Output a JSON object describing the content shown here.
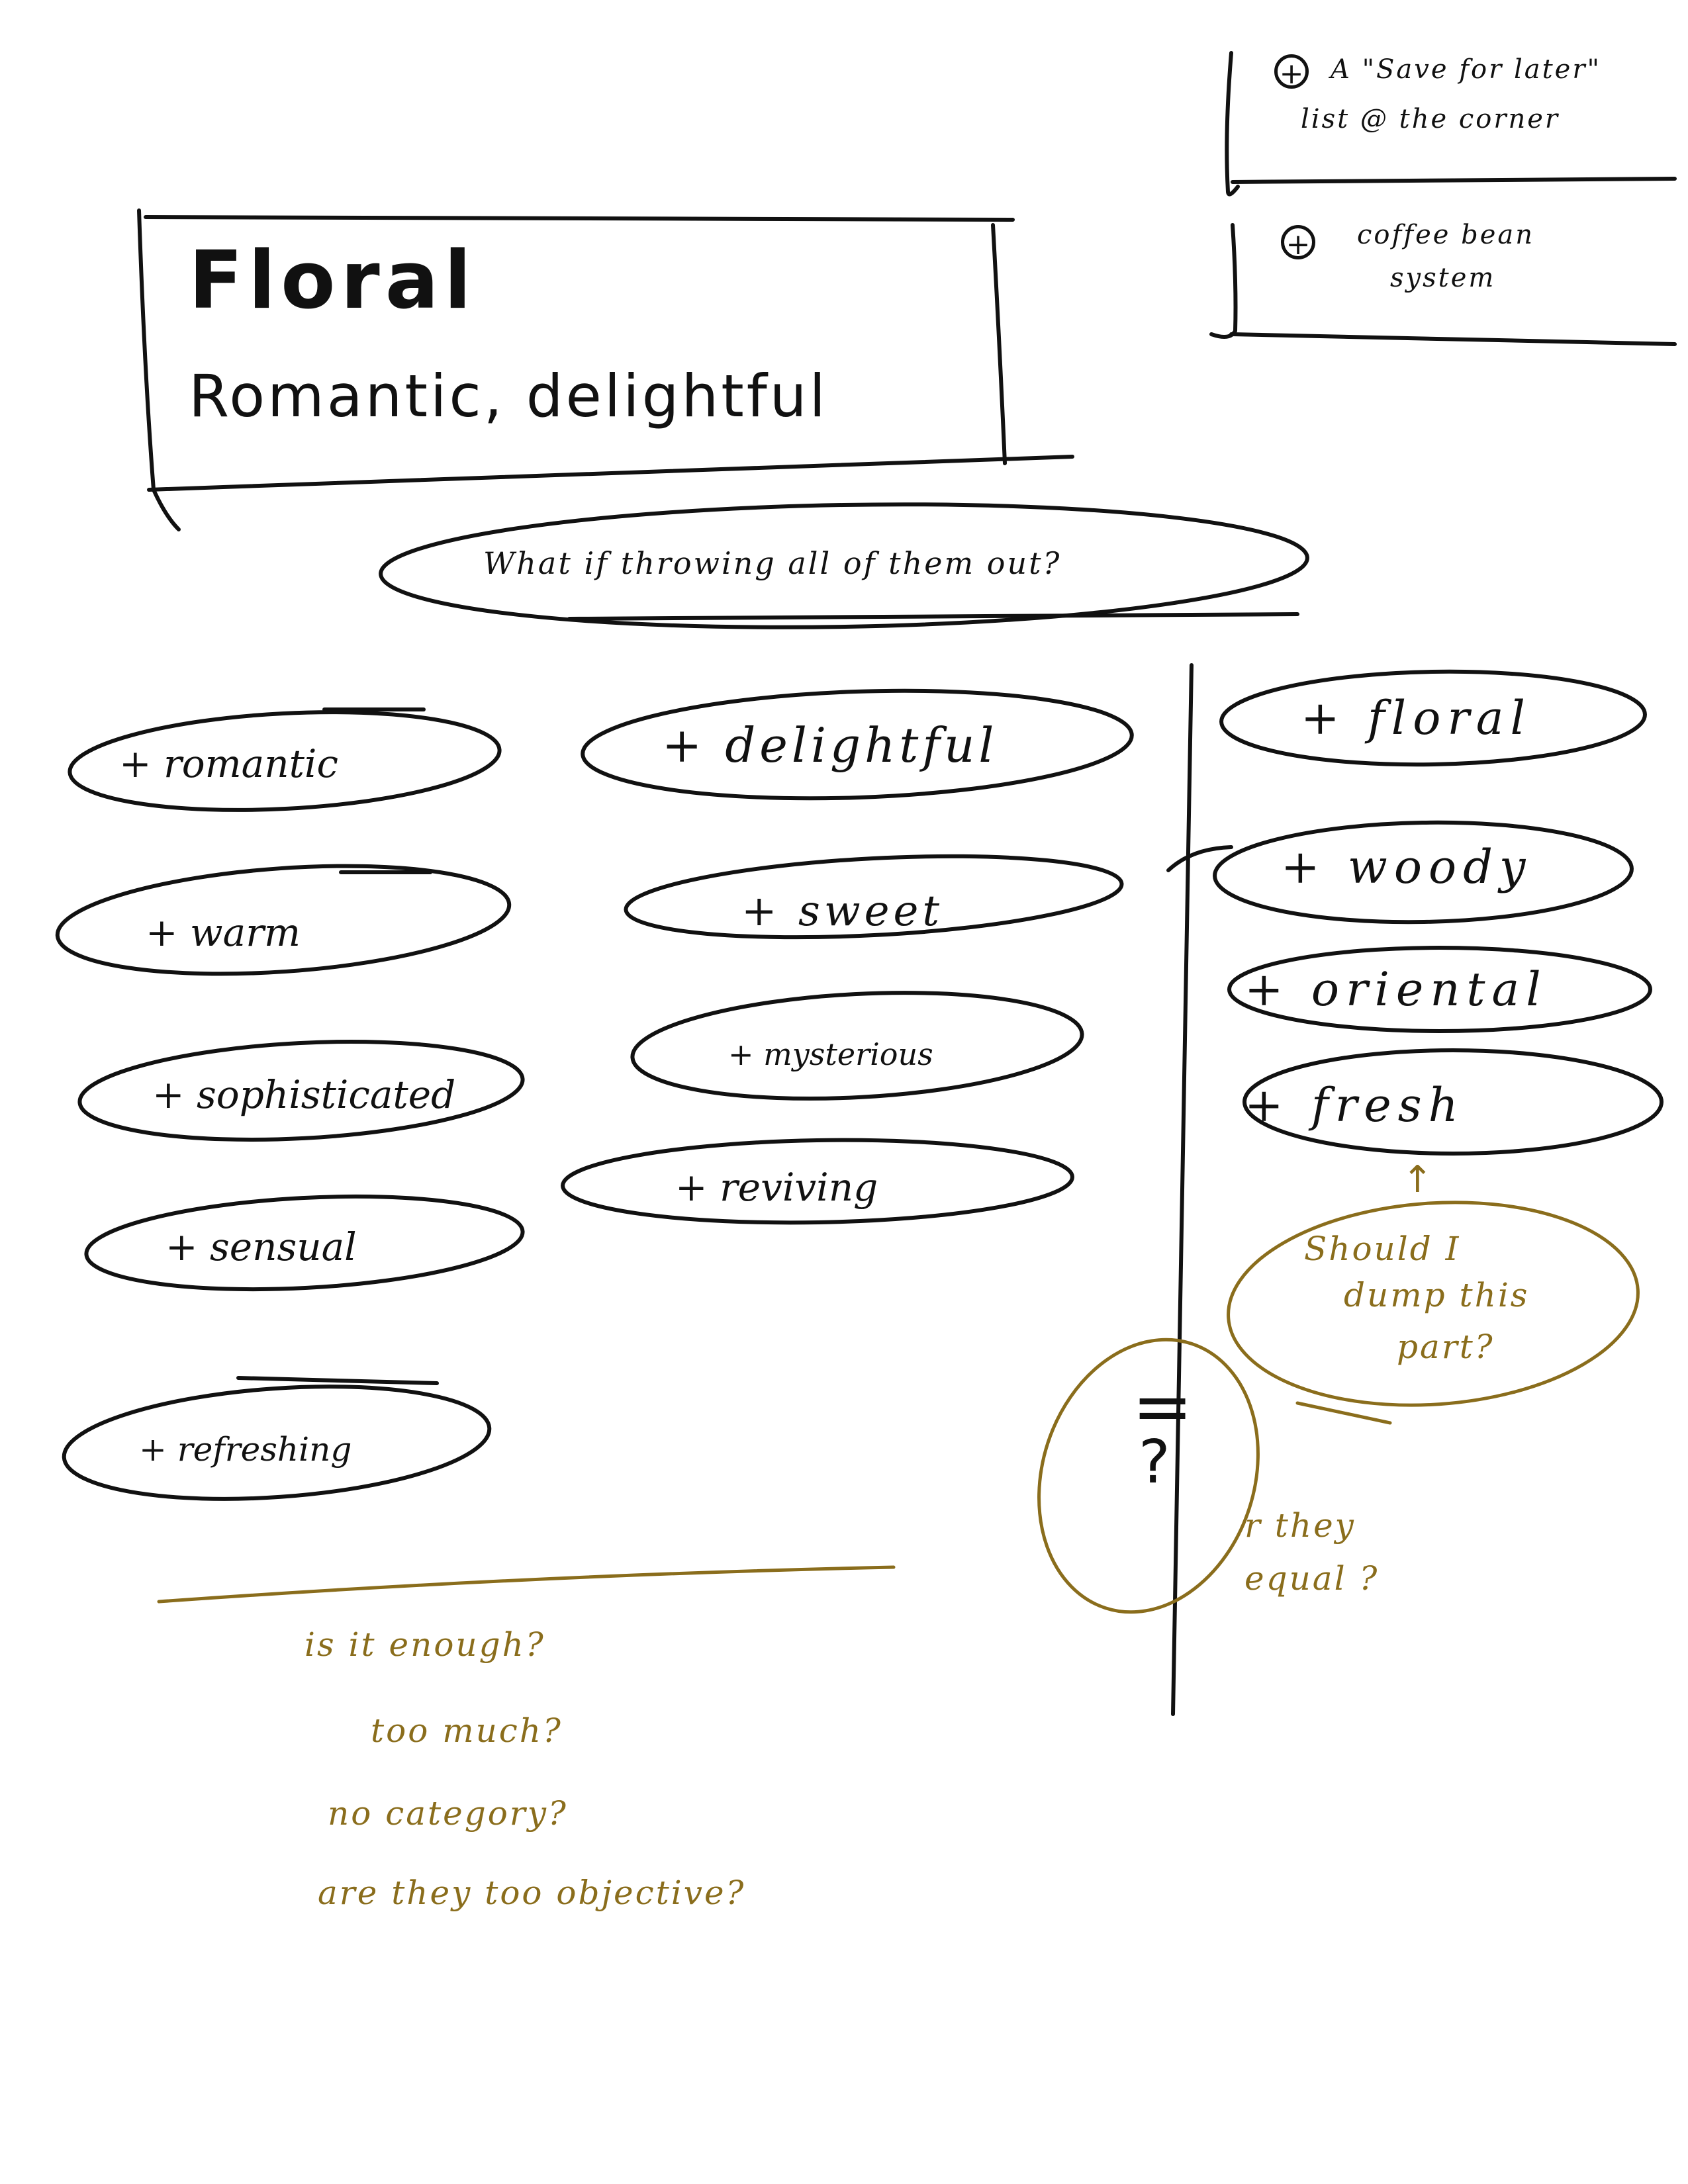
{
  "card": {
    "title": "Floral",
    "subtitle": "Romantic, delightful"
  },
  "question_bubble": "What if throwing all of them out?",
  "notes_panel": {
    "items": [
      {
        "line1": "A \"Save for later\"",
        "line2": "list @ the corner"
      },
      {
        "line1": "coffee bean",
        "line2": "system"
      }
    ]
  },
  "mood_tags": [
    "+ romantic",
    "+ delightful",
    "+ warm",
    "+ sweet",
    "+ sophisticated",
    "+ mysterious",
    "+ sensual",
    "+ reviving",
    "+ refreshing"
  ],
  "family_tags": [
    "+ floral",
    "+ woody",
    "+ oriental",
    "+ fresh"
  ],
  "annotations": {
    "arrow": "↑",
    "dump_question": [
      "Should I",
      "dump this",
      "part?"
    ],
    "equal_symbol": "=",
    "question_mark": "?",
    "equal_question": [
      "r they",
      "equal ?"
    ],
    "bottom_questions": [
      "is it enough?",
      "too much?",
      "no category?",
      "are they too objective?"
    ]
  },
  "colors": {
    "ink": "#111111",
    "gold_ink": "#8a6d1c",
    "background": "#ffffff"
  }
}
